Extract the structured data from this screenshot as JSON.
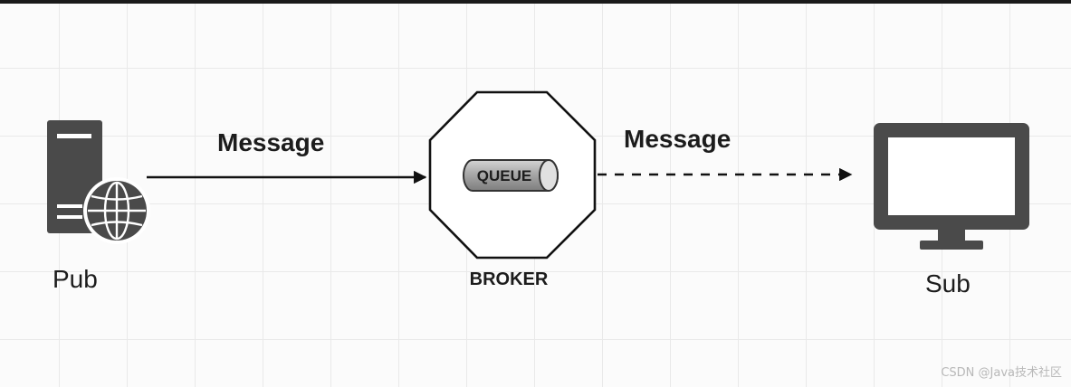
{
  "diagram": {
    "edges": [
      {
        "id": "pub-to-broker",
        "label": "Message",
        "style": "solid"
      },
      {
        "id": "broker-to-sub",
        "label": "Message",
        "style": "dashed"
      }
    ],
    "nodes": {
      "pub": {
        "label": "Pub",
        "icon": "server-globe-icon"
      },
      "broker": {
        "label": "BROKER",
        "inner_label": "QUEUE",
        "shape": "octagon"
      },
      "sub": {
        "label": "Sub",
        "icon": "monitor-icon"
      }
    }
  },
  "watermark": "CSDN @Java技术社区",
  "colors": {
    "icon_gray": "#4a4a4a",
    "line": "#111111",
    "queue_fill": "#9a9a9a"
  }
}
